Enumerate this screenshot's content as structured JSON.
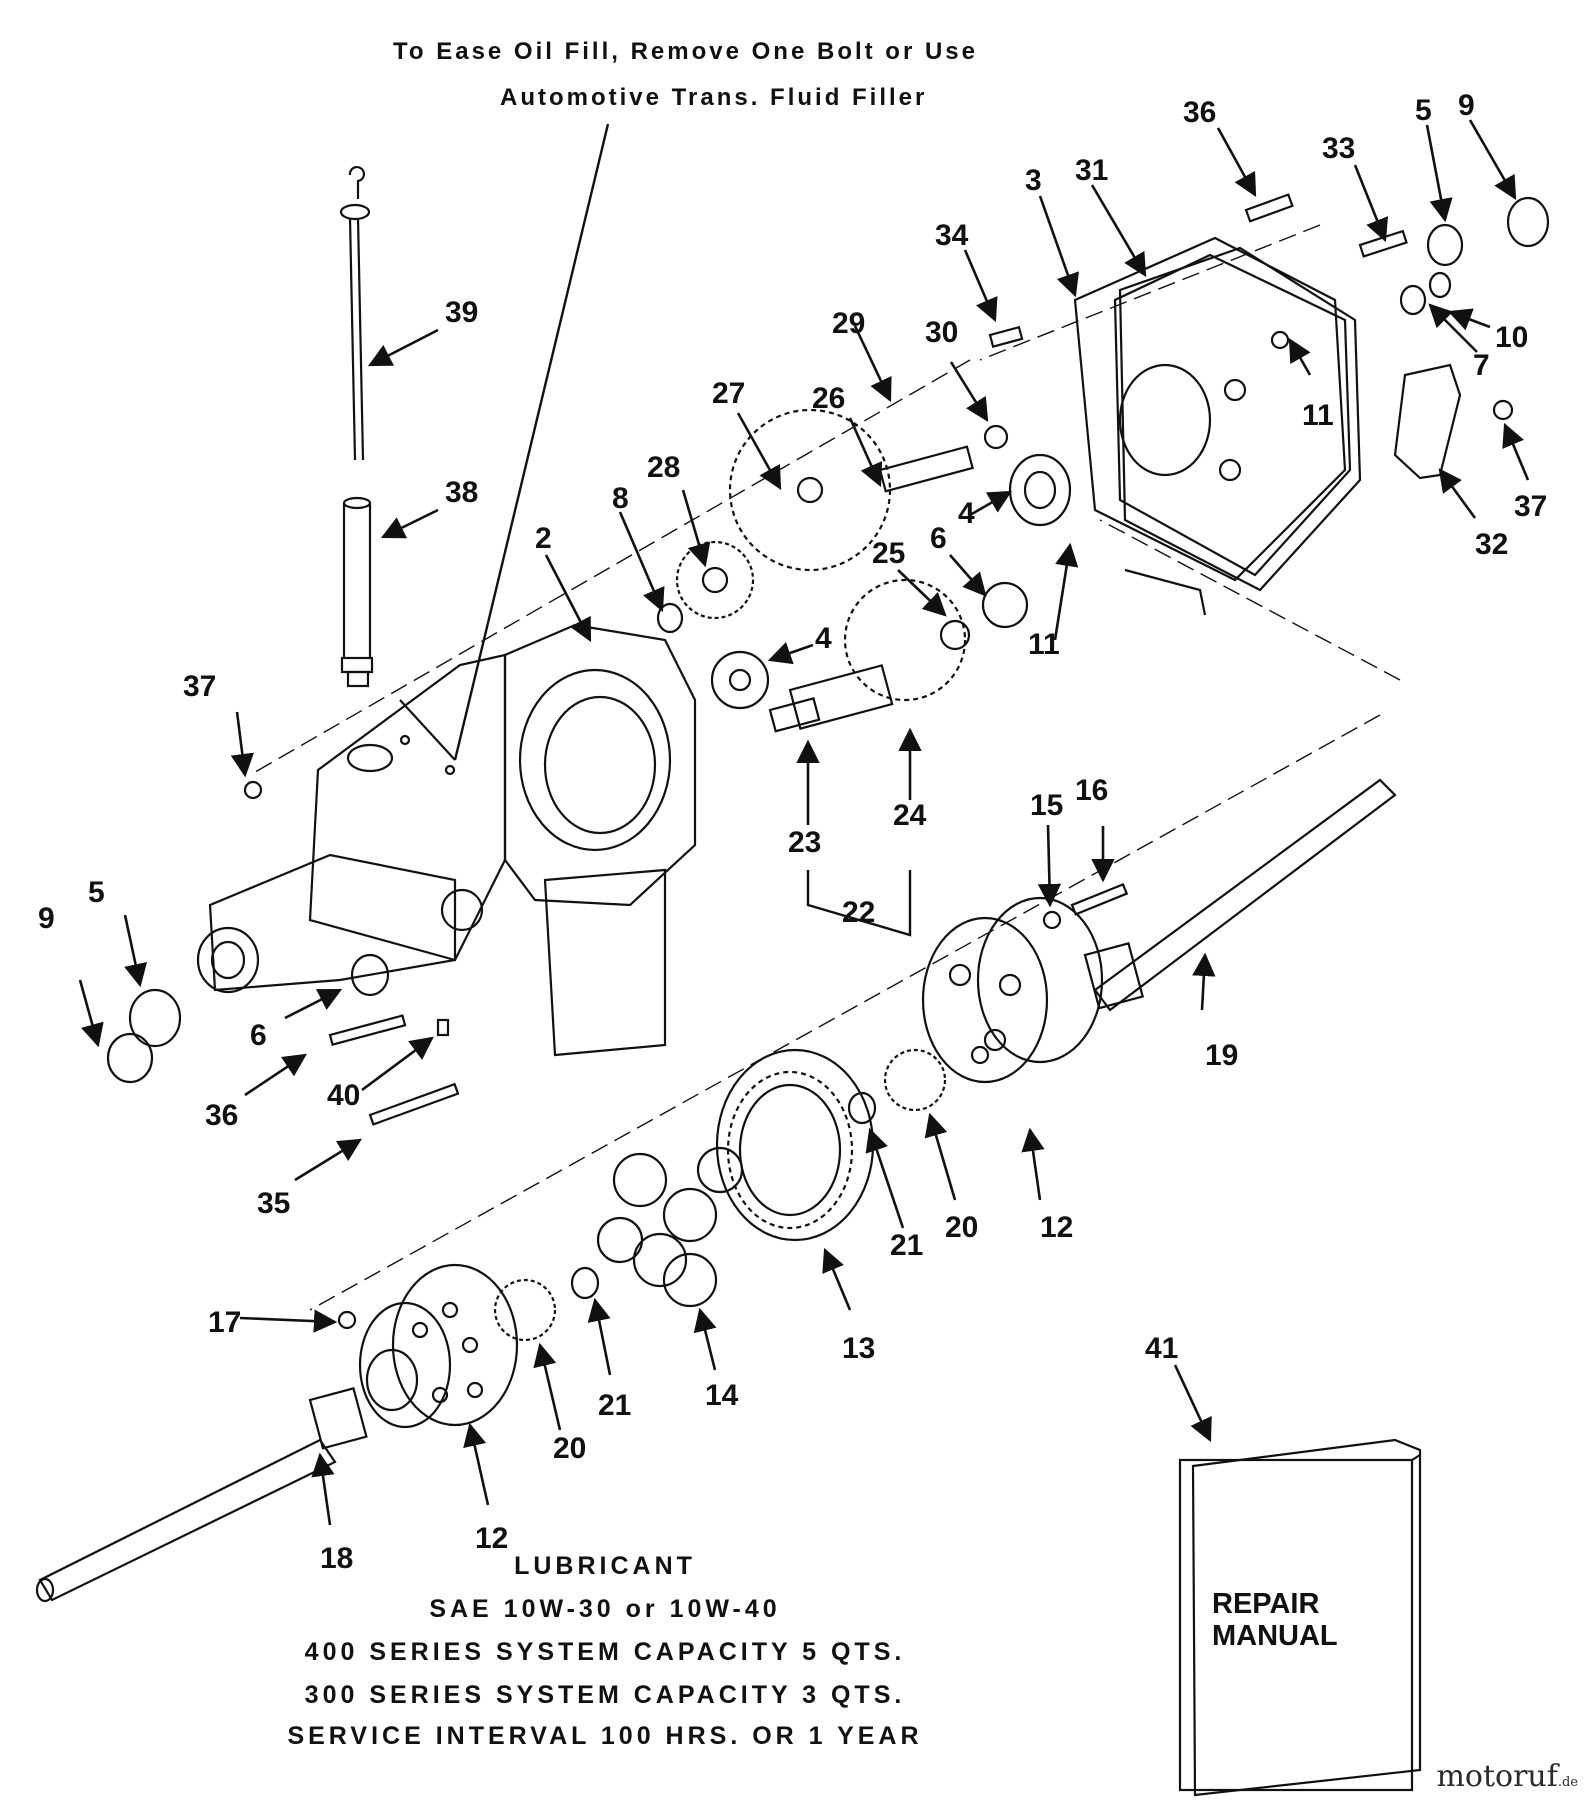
{
  "oil_note": {
    "line1": "To Ease Oil Fill, Remove One Bolt or Use",
    "line2": "Automotive Trans. Fluid Filler"
  },
  "lubricant": {
    "heading": "LUBRICANT",
    "line1": "SAE 10W-30 or 10W-40",
    "line2": "400 SERIES SYSTEM CAPACITY 5 QTS.",
    "line3": "300 SERIES SYSTEM CAPACITY 3 QTS.",
    "line4": "SERVICE INTERVAL 100 HRS. OR 1 YEAR"
  },
  "manual": {
    "line1": "REPAIR",
    "line2": "MANUAL"
  },
  "watermark": {
    "main": "motoruf",
    "suffix": ".de"
  },
  "callouts": {
    "c39": "39",
    "c38": "38",
    "c37a": "37",
    "c2": "2",
    "c8": "8",
    "c28": "28",
    "c27": "27",
    "c29": "29",
    "c26": "26",
    "c30": "30",
    "c34": "34",
    "c3": "3",
    "c31": "31",
    "c36a": "36",
    "c33": "33",
    "c5a": "5",
    "c9a": "9",
    "c10": "10",
    "c7": "7",
    "c11a": "11",
    "c37b": "37",
    "c32": "32",
    "c4a": "4",
    "c6a": "6",
    "c11b": "11",
    "c25": "25",
    "c4b": "4",
    "c24": "24",
    "c23": "23",
    "c22": "22",
    "c15": "15",
    "c16": "16",
    "c19": "19",
    "c9b": "9",
    "c5b": "5",
    "c6b": "6",
    "c36b": "36",
    "c40": "40",
    "c35": "35",
    "c12a": "12",
    "c20a": "20",
    "c21a": "21",
    "c13": "13",
    "c14": "14",
    "c21b": "21",
    "c20b": "20",
    "c17": "17",
    "c12b": "12",
    "c18": "18",
    "c41": "41"
  }
}
